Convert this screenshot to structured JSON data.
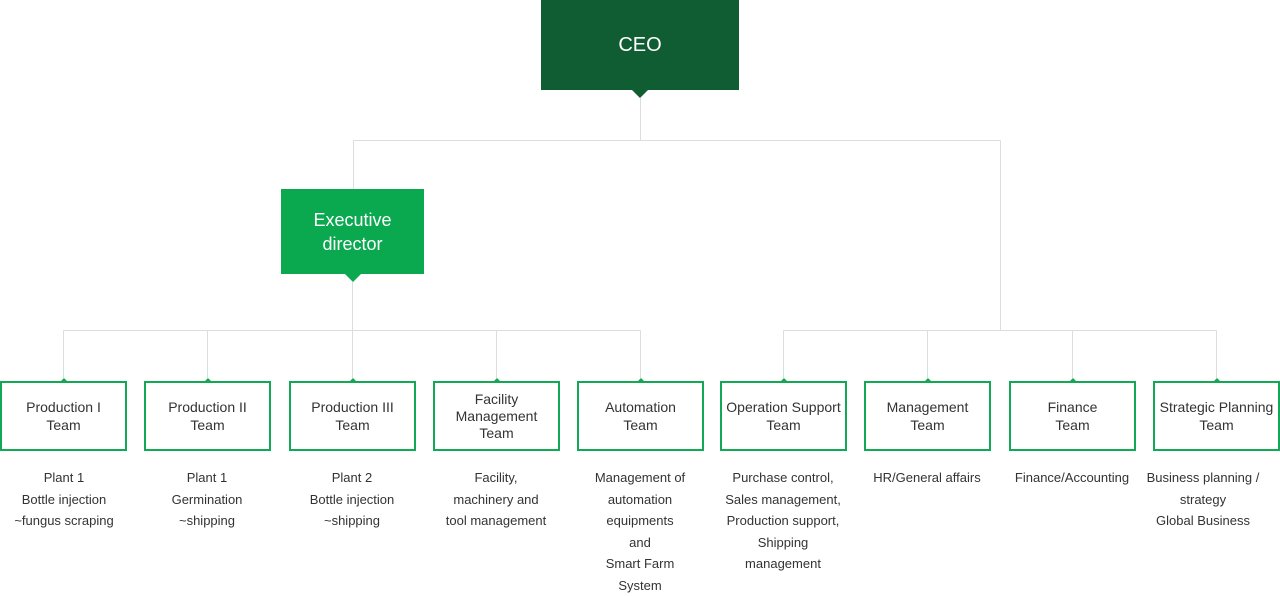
{
  "colors": {
    "ceo_fill": "#105c33",
    "executive_fill": "#0aa84f",
    "team_border": "#12a854",
    "connector": "#dddddd",
    "text": "#333333"
  },
  "ceo": {
    "label": "CEO"
  },
  "executive_director": {
    "label": "Executive\ndirector"
  },
  "teams": [
    {
      "label": "Production I\nTeam",
      "description": "Plant 1\nBottle injection\n~fungus scraping"
    },
    {
      "label": "Production II\nTeam",
      "description": "Plant 1\nGermination\n~shipping"
    },
    {
      "label": "Production III\nTeam",
      "description": "Plant 2\nBottle injection\n~shipping"
    },
    {
      "label": "Facility\nManagement\nTeam",
      "description": "Facility,\nmachinery and\ntool management"
    },
    {
      "label": "Automation\nTeam",
      "description": "Management of\nautomation\nequipments\nand\nSmart Farm\nSystem"
    },
    {
      "label": "Operation Support\nTeam",
      "description": "Purchase control,\nSales management,\nProduction support,\nShipping\nmanagement"
    },
    {
      "label": "Management\nTeam",
      "description": "HR/General affairs"
    },
    {
      "label": "Finance\nTeam",
      "description": "Finance/Accounting"
    },
    {
      "label": "Strategic Planning\nTeam",
      "description": "Business planning /\nstrategy\nGlobal Business"
    }
  ]
}
